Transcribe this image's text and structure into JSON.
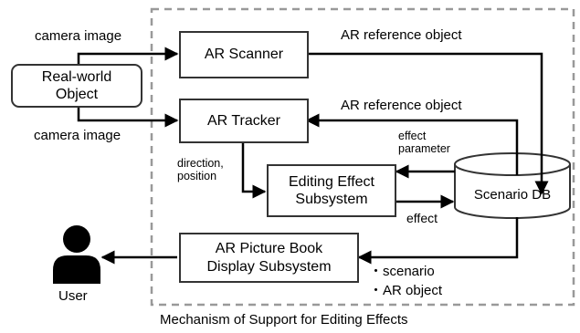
{
  "boundary_caption": "Mechanism of Support for Editing Effects",
  "nodes": {
    "real_world_object": "Real-world\nObject",
    "ar_scanner": "AR Scanner",
    "ar_tracker": "AR Tracker",
    "editing_effect": "Editing Effect\nSubsystem",
    "scenario_db": "Scenario DB",
    "display": "AR Picture Book\nDisplay Subsystem",
    "user": "User"
  },
  "edge_labels": {
    "camera_image_top": "camera image",
    "camera_image_bottom": "camera image",
    "ar_ref_object_top": "AR reference object",
    "ar_ref_object_mid": "AR reference object",
    "effect_parameter": "effect\nparameter",
    "direction_position": "direction,\nposition",
    "effect": "effect",
    "scenario": "・scenario",
    "ar_object": "・AR object"
  },
  "colors": {
    "line": "#000000",
    "dash": "#999999",
    "box_border": "#333333",
    "user": "#000000"
  },
  "icons": {
    "user": "person-icon"
  }
}
